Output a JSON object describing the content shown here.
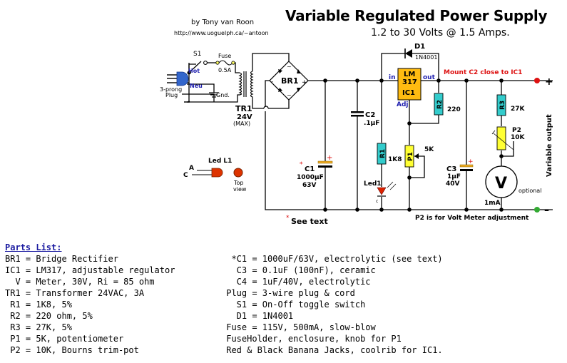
{
  "header": {
    "title": "Variable Regulated Power Supply",
    "subtitle": "1.2 to 30 Volts @ 1.5 Amps.",
    "author": "by Tony van Roon",
    "url": "http://www.uoguelph.ca/~antoon"
  },
  "schematic": {
    "labels": {
      "s1": "S1",
      "fuse": "Fuse",
      "fuse_rating": "0.5A",
      "hot": "Hot",
      "neu": "Neu",
      "gnd": "Gnd.",
      "plug1": "3-prong",
      "plug2": "Plug",
      "tr1": "TR1",
      "tr1_v": "24V",
      "tr1_max": "(MAX)",
      "br1": "BR1",
      "c2": "C2",
      "c2_val": ".1µF",
      "c1": "C1",
      "c1_val": "1000µF",
      "c1_v": "63V",
      "d1": "D1",
      "d1_part": "1N4001",
      "ic_lm": "LM",
      "ic_317": "317",
      "ic1": "IC1",
      "in": "in",
      "out": "out",
      "adj": "Adj",
      "mount_note": "Mount C2 close to IC1",
      "r2": "R2",
      "r2_val": "220",
      "r1": "R1",
      "r1_val": "1K8",
      "p1": "P1",
      "p1_val": "5K",
      "led1": "Led1",
      "led_c": "c",
      "c3": "C3",
      "c3_val": "1µF",
      "c3_v": "40V",
      "r3": "R3",
      "r3_val": "27K",
      "p2": "P2",
      "p2_val": "10K",
      "meter": "V",
      "meter_optional": "optional",
      "meter_range": "1mA",
      "plus": "+",
      "minus": "–",
      "var_output": "Variable output",
      "p2_note": "P2 is for Volt Meter adjustment",
      "see_text": "See text",
      "asterisk": "*",
      "led_title": "Led  L1",
      "led_a": "A",
      "led_c2": "C",
      "top_view1": "Top",
      "top_view2": "view",
      "pol_plus": "+",
      "br_minus": "-",
      "br_plus": "+",
      "br_ac": "~"
    },
    "colors": {
      "wire": "#000000",
      "resistor": "#33cccc",
      "pot": "#ffff33",
      "ic": "#ffbb11",
      "cap_plate": "#eeaa22",
      "led": "#dd2200",
      "plug": "#3366cc",
      "pos_terminal": "#dd1111",
      "neg_terminal": "#33aa33",
      "note_red": "#dd1111",
      "label_blue": "#2020b0"
    }
  },
  "parts_list": {
    "heading": "Parts List:",
    "left": [
      "BR1 = Bridge Rectifier",
      "IC1 = LM317, adjustable regulator",
      "  V = Meter, 30V, Ri = 85 ohm",
      "TR1 = Transformer 24VAC, 3A",
      " R1 = 1K8, 5%",
      " R2 = 220 ohm, 5%",
      " R3 = 27K, 5%",
      " P1 = 5K, potentiometer",
      " P2 = 10K, Bourns trim-pot"
    ],
    "right": [
      "  *C1 = 1000uF/63V, electrolytic (see text)",
      "   C3 = 0.1uF (100nF), ceramic",
      "   C4 = 1uF/40V, electrolytic",
      " Plug = 3-wire plug & cord",
      "   S1 = On-Off toggle switch",
      "   D1 = 1N4001",
      " Fuse = 115V, 500mA, slow-blow",
      " FuseHolder, enclosure, knob for P1",
      " Red & Black Banana Jacks, coolrib for IC1."
    ]
  }
}
